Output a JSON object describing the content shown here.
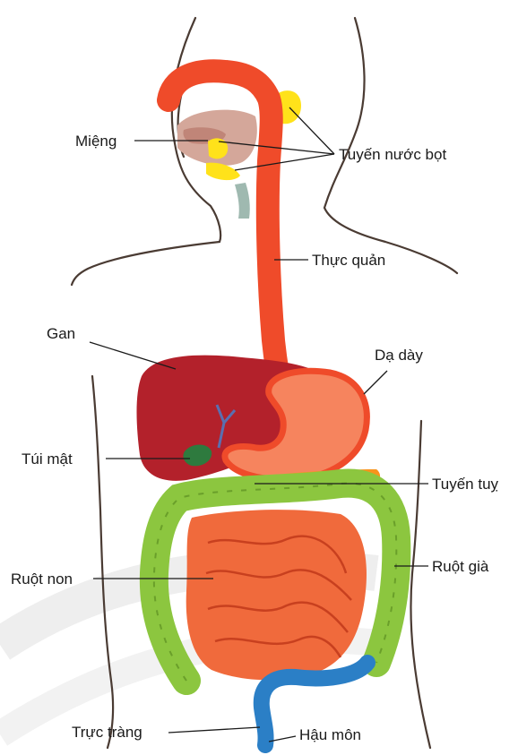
{
  "labels": {
    "mieng": "Miệng",
    "tuyen_nuoc_bot": "Tuyến nước bọt",
    "thuc_quan": "Thực quản",
    "gan": "Gan",
    "da_day": "Dạ dày",
    "tui_mat": "Túi mật",
    "tuyen_tuy": "Tuyến tuỵ",
    "ruot_non": "Ruột non",
    "ruot_gia": "Ruột già",
    "truc_trang": "Trực tràng",
    "hau_mon": "Hậu môn"
  },
  "colors": {
    "esophagus": "#ef4b2a",
    "stomach_edge": "#ef4b2a",
    "stomach_fill": "#f6845e",
    "liver": "#b3212b",
    "gallbladder": "#2e7a3e",
    "pancreas": "#f7941d",
    "small_intestine": "#f06a3c",
    "large_intestine": "#8cc63f",
    "rectum": "#2b7fc6",
    "salivary": "#ffe21a",
    "mouth": "#d4a79a",
    "outline": "#4a3b33"
  }
}
